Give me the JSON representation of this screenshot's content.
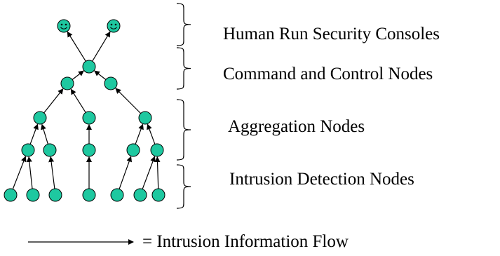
{
  "colors": {
    "node_fill": "#1ec8a0",
    "node_stroke": "#000000",
    "edge": "#000000",
    "bracket": "#000000"
  },
  "levels": [
    {
      "key": "consoles",
      "label": "Human Run Security Consoles",
      "icon": "smiley-face-icon"
    },
    {
      "key": "command",
      "label": "Command and Control Nodes"
    },
    {
      "key": "aggregation",
      "label": "Aggregation Nodes"
    },
    {
      "key": "ids",
      "label": "Intrusion Detection Nodes"
    }
  ],
  "legend": {
    "text": "= Intrusion Information Flow",
    "icon": "right-arrow-icon"
  }
}
